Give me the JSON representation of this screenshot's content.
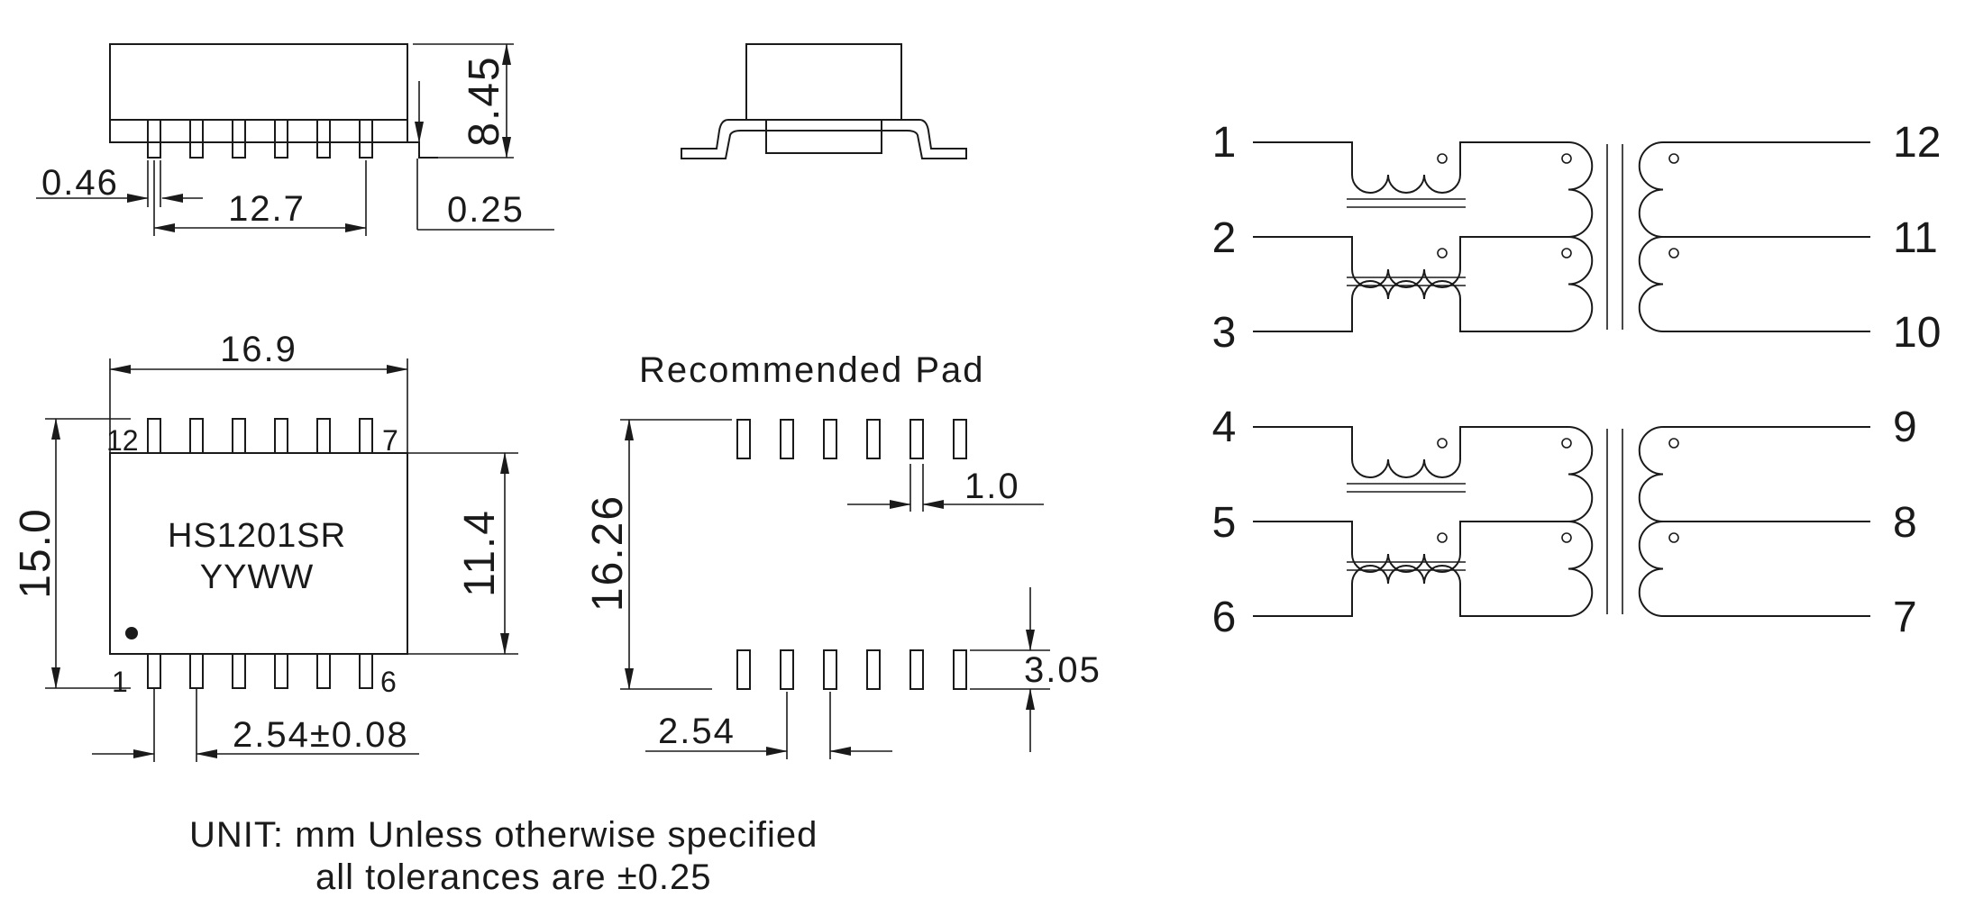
{
  "drawing": {
    "side_view": {
      "dim_height": "8.45",
      "dim_pin_width": "0.46",
      "dim_pitch_span": "12.7",
      "dim_standoff": "0.25"
    },
    "top_view": {
      "dim_width": "16.9",
      "dim_length": "15.0",
      "dim_body": "11.4",
      "dim_pitch": "2.54±0.08",
      "part_marking": "HS1201SR",
      "date_code": "YYWW",
      "pin_labels": {
        "p12": "12",
        "p7": "7",
        "p1": "1",
        "p6": "6"
      }
    },
    "pad_view": {
      "title": "Recommended Pad",
      "dim_span": "16.26",
      "dim_pad_width": "1.0",
      "dim_pad_length": "3.05",
      "dim_pitch": "2.54"
    },
    "schematic": {
      "pins_left": [
        "1",
        "2",
        "3",
        "4",
        "5",
        "6"
      ],
      "pins_right": [
        "12",
        "11",
        "10",
        "9",
        "8",
        "7"
      ]
    },
    "notes": {
      "line1": "UNIT:  mm Unless otherwise specified",
      "line2": "all tolerances are ±0.25"
    }
  }
}
